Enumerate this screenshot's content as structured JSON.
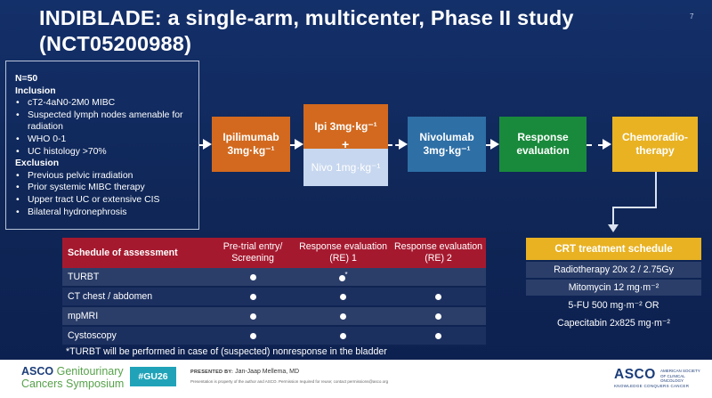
{
  "slide": {
    "title": "INDIBLADE: a single-arm, multicenter, Phase II study (NCT05200988)",
    "page_number": "7"
  },
  "criteria": {
    "n": "N=50",
    "inclusion_heading": "Inclusion",
    "inclusion": [
      "cT2-4aN0-2M0 MIBC",
      "Suspected lymph nodes amenable for radiation",
      "WHO 0-1",
      "UC histology >70%"
    ],
    "exclusion_heading": "Exclusion",
    "exclusion": [
      "Previous pelvic irradiation",
      "Prior systemic MIBC therapy",
      "Upper tract UC or extensive CIS",
      "Bilateral hydronephrosis"
    ]
  },
  "flow": {
    "ipi_line1": "Ipilimumab",
    "ipi_line2": "3mg·kg⁻¹",
    "combo_top": "Ipi 3mg·kg⁻¹",
    "plus": "+",
    "combo_bottom": "Nivo 1mg·kg⁻¹",
    "nivo_line1": "Nivolumab",
    "nivo_line2": "3mg·kg⁻¹",
    "response_line1": "Response",
    "response_line2": "evaluation",
    "chemo_line1": "Chemoradio-",
    "chemo_line2": "therapy"
  },
  "schedule": {
    "header": [
      "Schedule of assessment",
      "Pre-trial entry/ Screening",
      "Response evaluation (RE) 1",
      "Response evaluation (RE) 2"
    ],
    "rows": [
      {
        "label": "TURBT",
        "c1": true,
        "c2": true,
        "c2_mark": "*",
        "c3": false
      },
      {
        "label": "CT chest / abdomen",
        "c1": true,
        "c2": true,
        "c3": true
      },
      {
        "label": "mpMRI",
        "c1": true,
        "c2": true,
        "c3": true
      },
      {
        "label": "Cystoscopy",
        "c1": true,
        "c2": true,
        "c3": true
      }
    ],
    "footnote": "*TURBT will be performed in case of (suspected) nonresponse in the bladder"
  },
  "crt": {
    "heading": "CRT treatment schedule",
    "rows": [
      "Radiotherapy 20x 2 / 2.75Gy",
      "Mitomycin 12 mg·m⁻²",
      "5-FU 500 mg·m⁻² OR",
      "Capecitabin 2x825 mg·m⁻²"
    ]
  },
  "footer": {
    "asco_line1": "ASCO",
    "asco_line1_rest": "Genitourinary",
    "asco_line2": "Cancers Symposium",
    "hashtag": "#GU26",
    "presented_by_label": "PRESENTED BY:",
    "presenter": "Jan-Jaap Mellema, MD",
    "disclaimer": "Presentation is property of the author and ASCO. Permission required for reuse; contact permissions@asco.org",
    "logo": "ASCO",
    "logo_subtitle": "AMERICAN SOCIETY OF CLINICAL ONCOLOGY",
    "tagline": "KNOWLEDGE CONQUERS CANCER"
  }
}
